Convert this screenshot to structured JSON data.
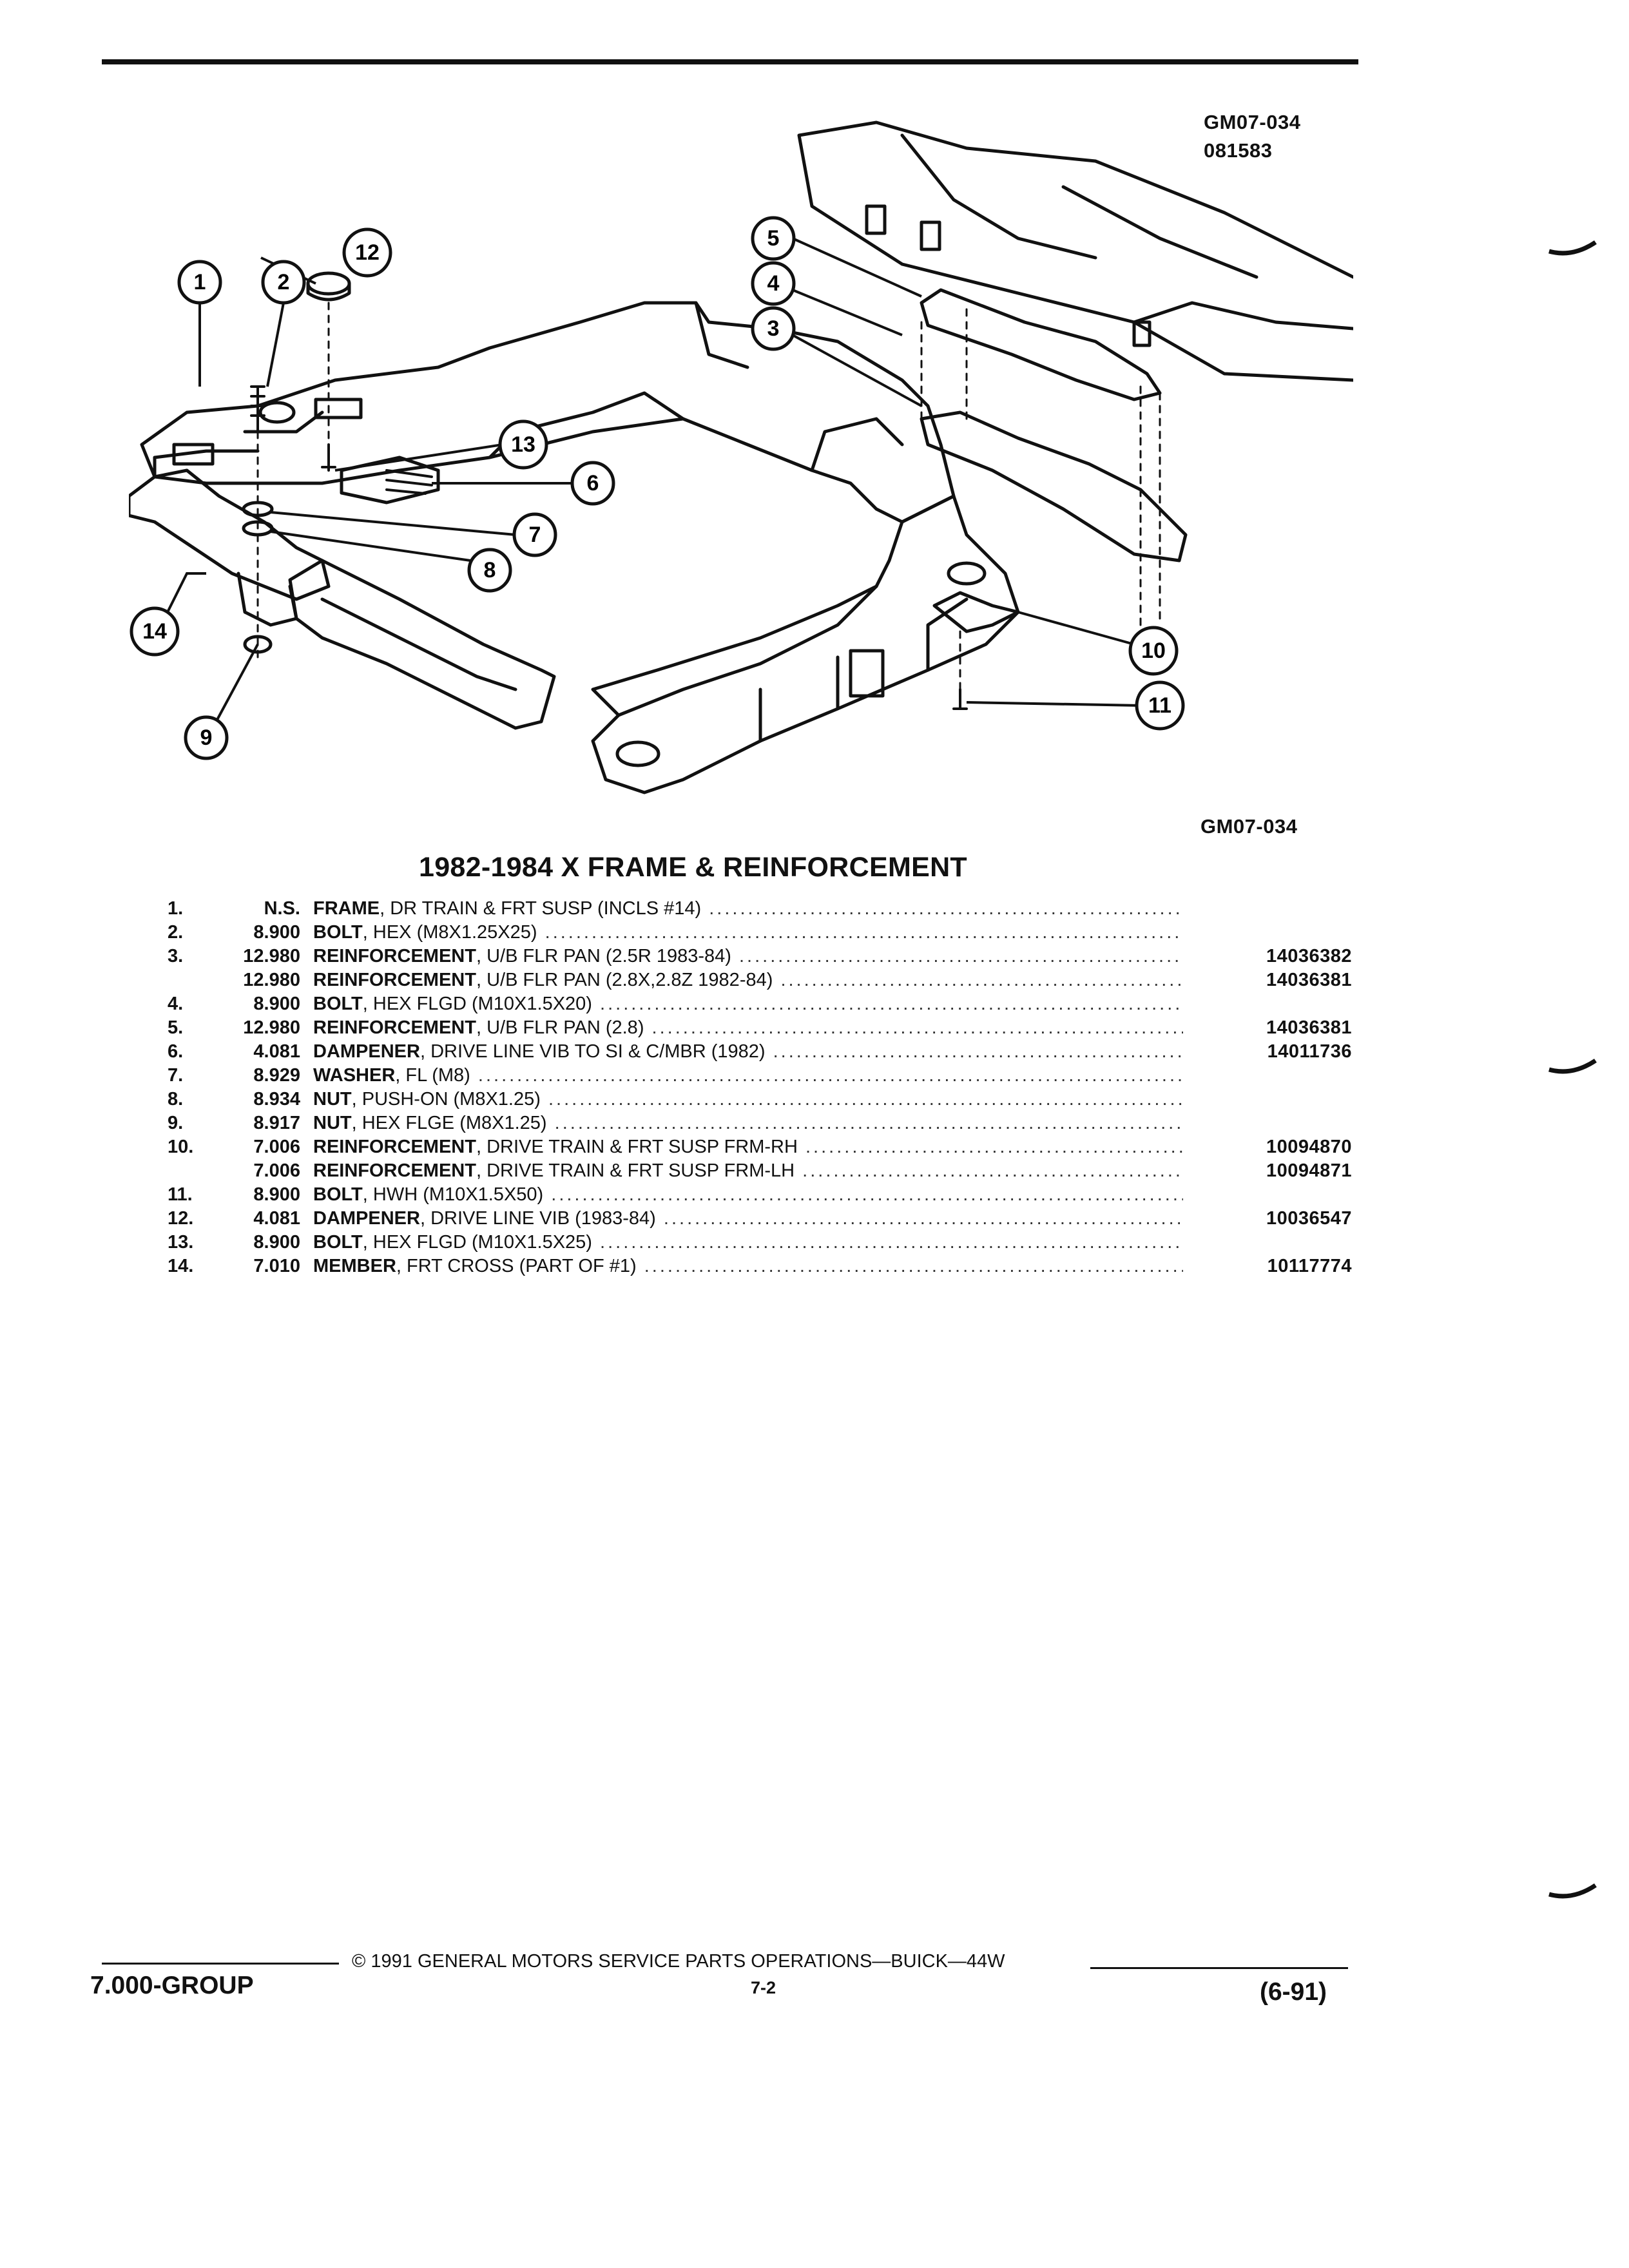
{
  "figure": {
    "id_top": "GM07-034",
    "id_date": "081583",
    "id_bottom": "GM07-034",
    "callouts": [
      "1",
      "2",
      "3",
      "4",
      "5",
      "6",
      "7",
      "8",
      "9",
      "10",
      "11",
      "12",
      "13",
      "14"
    ]
  },
  "title": "1982-1984 X FRAME & REINFORCEMENT",
  "parts": [
    {
      "num": "1.",
      "code": "N.S.",
      "name": "FRAME",
      "desc": ", DR TRAIN & FRT SUSP (INCLS #14)",
      "pn": ""
    },
    {
      "num": "2.",
      "code": "8.900",
      "name": "BOLT",
      "desc": ", HEX (M8X1.25X25)",
      "pn": ""
    },
    {
      "num": "3.",
      "code": "12.980",
      "name": "REINFORCEMENT",
      "desc": ", U/B FLR PAN (2.5R 1983-84)",
      "pn": "14036382"
    },
    {
      "num": "",
      "code": "12.980",
      "name": "REINFORCEMENT",
      "desc": ", U/B FLR PAN (2.8X,2.8Z 1982-84)",
      "pn": "14036381"
    },
    {
      "num": "4.",
      "code": "8.900",
      "name": "BOLT",
      "desc": ", HEX FLGD (M10X1.5X20)",
      "pn": ""
    },
    {
      "num": "5.",
      "code": "12.980",
      "name": "REINFORCEMENT",
      "desc": ", U/B FLR PAN (2.8)",
      "pn": "14036381"
    },
    {
      "num": "6.",
      "code": "4.081",
      "name": "DAMPENER",
      "desc": ", DRIVE LINE VIB TO SI & C/MBR (1982)",
      "pn": "14011736"
    },
    {
      "num": "7.",
      "code": "8.929",
      "name": "WASHER",
      "desc": ", FL (M8)",
      "pn": ""
    },
    {
      "num": "8.",
      "code": "8.934",
      "name": "NUT",
      "desc": ", PUSH-ON (M8X1.25)",
      "pn": ""
    },
    {
      "num": "9.",
      "code": "8.917",
      "name": "NUT",
      "desc": ", HEX FLGE (M8X1.25)",
      "pn": ""
    },
    {
      "num": "10.",
      "code": "7.006",
      "name": "REINFORCEMENT",
      "desc": ", DRIVE TRAIN & FRT SUSP FRM-RH",
      "pn": "10094870"
    },
    {
      "num": "",
      "code": "7.006",
      "name": "REINFORCEMENT",
      "desc": ", DRIVE TRAIN & FRT SUSP FRM-LH",
      "pn": "10094871"
    },
    {
      "num": "11.",
      "code": "8.900",
      "name": "BOLT",
      "desc": ", HWH (M10X1.5X50)",
      "pn": ""
    },
    {
      "num": "12.",
      "code": "4.081",
      "name": "DAMPENER",
      "desc": ", DRIVE LINE VIB (1983-84)",
      "pn": "10036547"
    },
    {
      "num": "13.",
      "code": "8.900",
      "name": "BOLT",
      "desc": ", HEX FLGD (M10X1.5X25)",
      "pn": ""
    },
    {
      "num": "14.",
      "code": "7.010",
      "name": "MEMBER",
      "desc": ", FRT CROSS (PART OF #1)",
      "pn": "10117774"
    }
  ],
  "footer": {
    "copyright": "© 1991 GENERAL MOTORS SERVICE PARTS OPERATIONS—BUICK—44W",
    "group": "7.000-GROUP",
    "page": "7-2",
    "date": "(6-91)"
  }
}
